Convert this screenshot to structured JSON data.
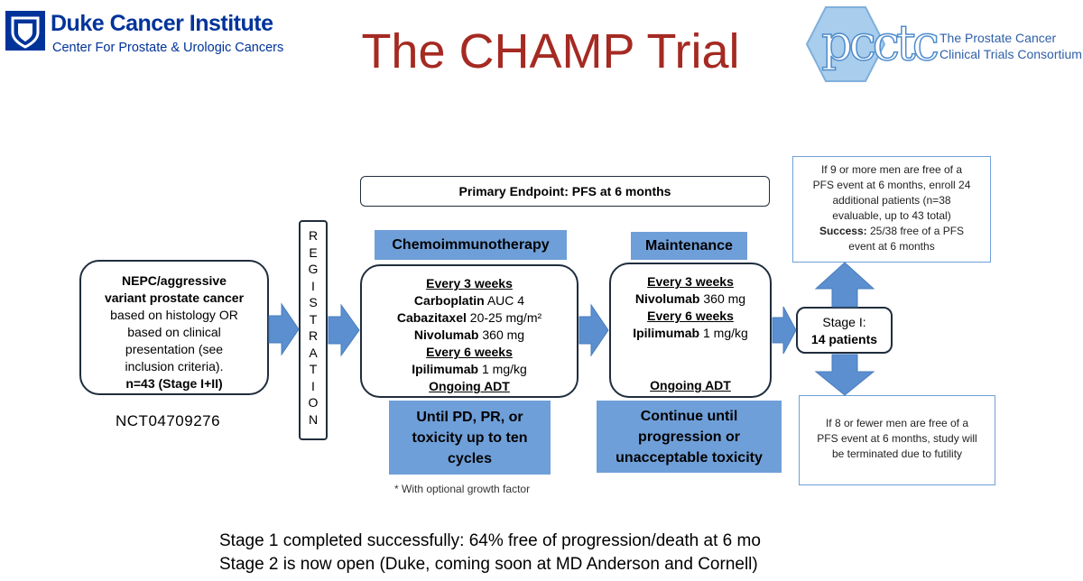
{
  "header": {
    "duke_title": "Duke Cancer Institute",
    "duke_subtitle": "Center For Prostate & Urologic Cancers",
    "slide_title": "The CHAMP Trial",
    "pcctc_logo_text": "pcctc",
    "pcctc_line1": "The Prostate Cancer",
    "pcctc_line2": "Clinical Trials Consortium"
  },
  "diagram": {
    "primary_endpoint": "Primary Endpoint: PFS at 6 months",
    "population": {
      "line1": "NEPC/aggressive",
      "line2": "variant prostate cancer",
      "line3": "based on histology OR",
      "line4": "based on clinical",
      "line5": "presentation (see",
      "line6": "inclusion criteria).",
      "line7": "n=43 (Stage I+II)"
    },
    "nct": "NCT04709276",
    "registration": [
      "R",
      "E",
      "G",
      "I",
      "S",
      "T",
      "R",
      "A",
      "T",
      "I",
      "O",
      "N"
    ],
    "chemo": {
      "header": "Chemoimmunotherapy",
      "every3": "Every 3 weeks",
      "carbo_drug": "Carboplatin",
      "carbo_dose": " AUC 4",
      "caba_drug": "Cabazitaxel",
      "caba_dose": " 20-25 mg/m²",
      "nivo_drug": "Nivolumab",
      "nivo_dose": " 360 mg",
      "every6": "Every 6 weeks",
      "ipi_drug": "Ipilimumab",
      "ipi_dose": " 1 mg/kg",
      "adt": "Ongoing ADT",
      "until_line1": "Until PD, PR, or",
      "until_line2": "toxicity up to ten",
      "until_line3": "cycles",
      "footnote": "* With optional growth factor"
    },
    "maintenance": {
      "header": "Maintenance",
      "every3": "Every 3 weeks",
      "nivo_drug": "Nivolumab",
      "nivo_dose": " 360 mg",
      "every6": "Every 6 weeks",
      "ipi_drug": "Ipilimumab",
      "ipi_dose": " 1 mg/kg",
      "adt": "Ongoing ADT",
      "cont_line1": "Continue until",
      "cont_line2": "progression or",
      "cont_line3": "unacceptable toxicity"
    },
    "stage1": {
      "line1": "Stage I:",
      "line2": "14 patients"
    },
    "success_box": {
      "line1": "If 9 or more men are free of a",
      "line2": "PFS event at 6 months, enroll 24",
      "line3": "additional patients (n=38",
      "line4": "evaluable, up to 43 total)",
      "line5_bold": "Success:",
      "line5_rest": " 25/38 free of a PFS",
      "line6": "event at 6 months"
    },
    "futility_box": {
      "line1": "If 8 or fewer men are free of a",
      "line2": "PFS event at 6 months, study will",
      "line3": "be terminated due to futility"
    }
  },
  "footer": {
    "line1": "Stage 1 completed successfully:  64% free of progression/death at 6 mo",
    "line2": "Stage 2 is now open (Duke, coming soon at MD Anderson and Cornell)"
  },
  "colors": {
    "title_red": "#a52a22",
    "duke_blue": "#00339a",
    "box_blue": "#6f9fd8",
    "arrow_blue": "#5b8fd0"
  }
}
